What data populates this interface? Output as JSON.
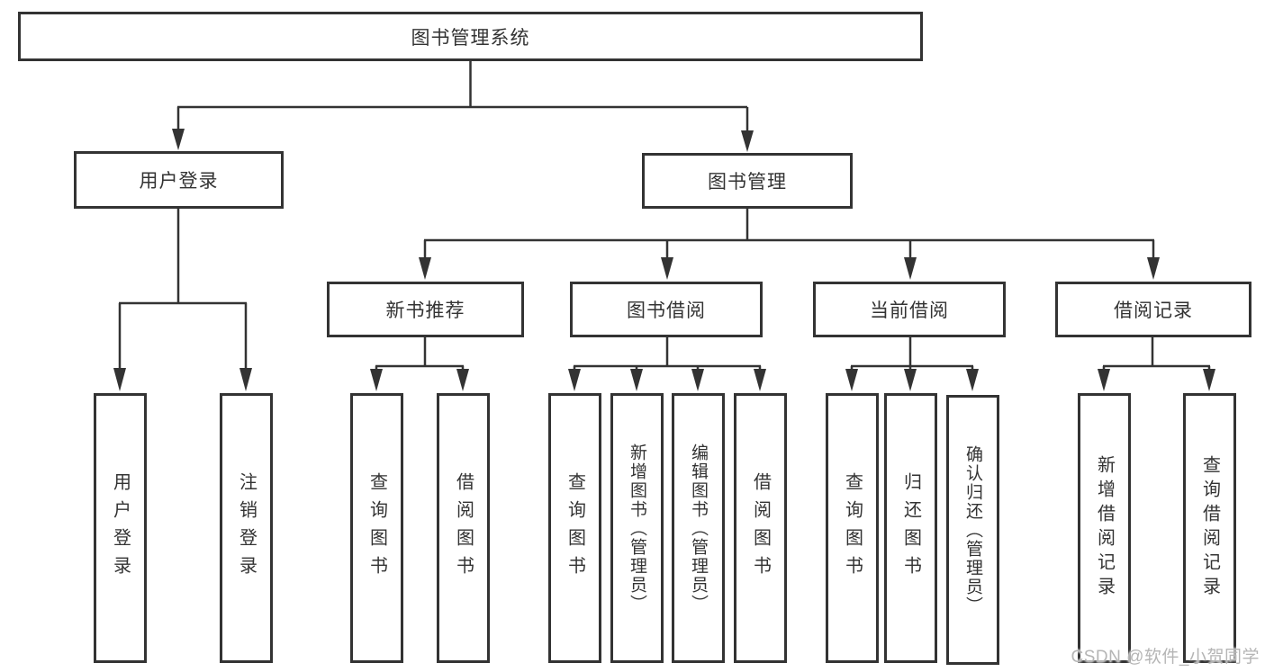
{
  "diagram": {
    "root": "图书管理系统",
    "branches": {
      "user_login": {
        "label": "用户登录",
        "children": [
          "用户登录",
          "注销登录"
        ]
      },
      "book_management": {
        "label": "图书管理",
        "children": {
          "new_book_recommend": {
            "label": "新书推荐",
            "children": [
              "查询图书",
              "借阅图书"
            ]
          },
          "book_borrow": {
            "label": "图书借阅",
            "children": [
              "查询图书",
              "新增图书（管理员）",
              "编辑图书（管理员）",
              "借阅图书"
            ]
          },
          "current_borrow": {
            "label": "当前借阅",
            "children": [
              "查询图书",
              "归还图书",
              "确认归还（管理员）"
            ]
          },
          "borrow_record": {
            "label": "借阅记录",
            "children": [
              "新增借阅记录",
              "查询借阅记录"
            ]
          }
        }
      }
    }
  },
  "watermark": "CSDN @软件_小贺同学",
  "colors": {
    "line": "#333333",
    "text": "#333333",
    "box_background": "#ffffff",
    "watermark": "#b5b5b5",
    "background": "#ffffff"
  }
}
